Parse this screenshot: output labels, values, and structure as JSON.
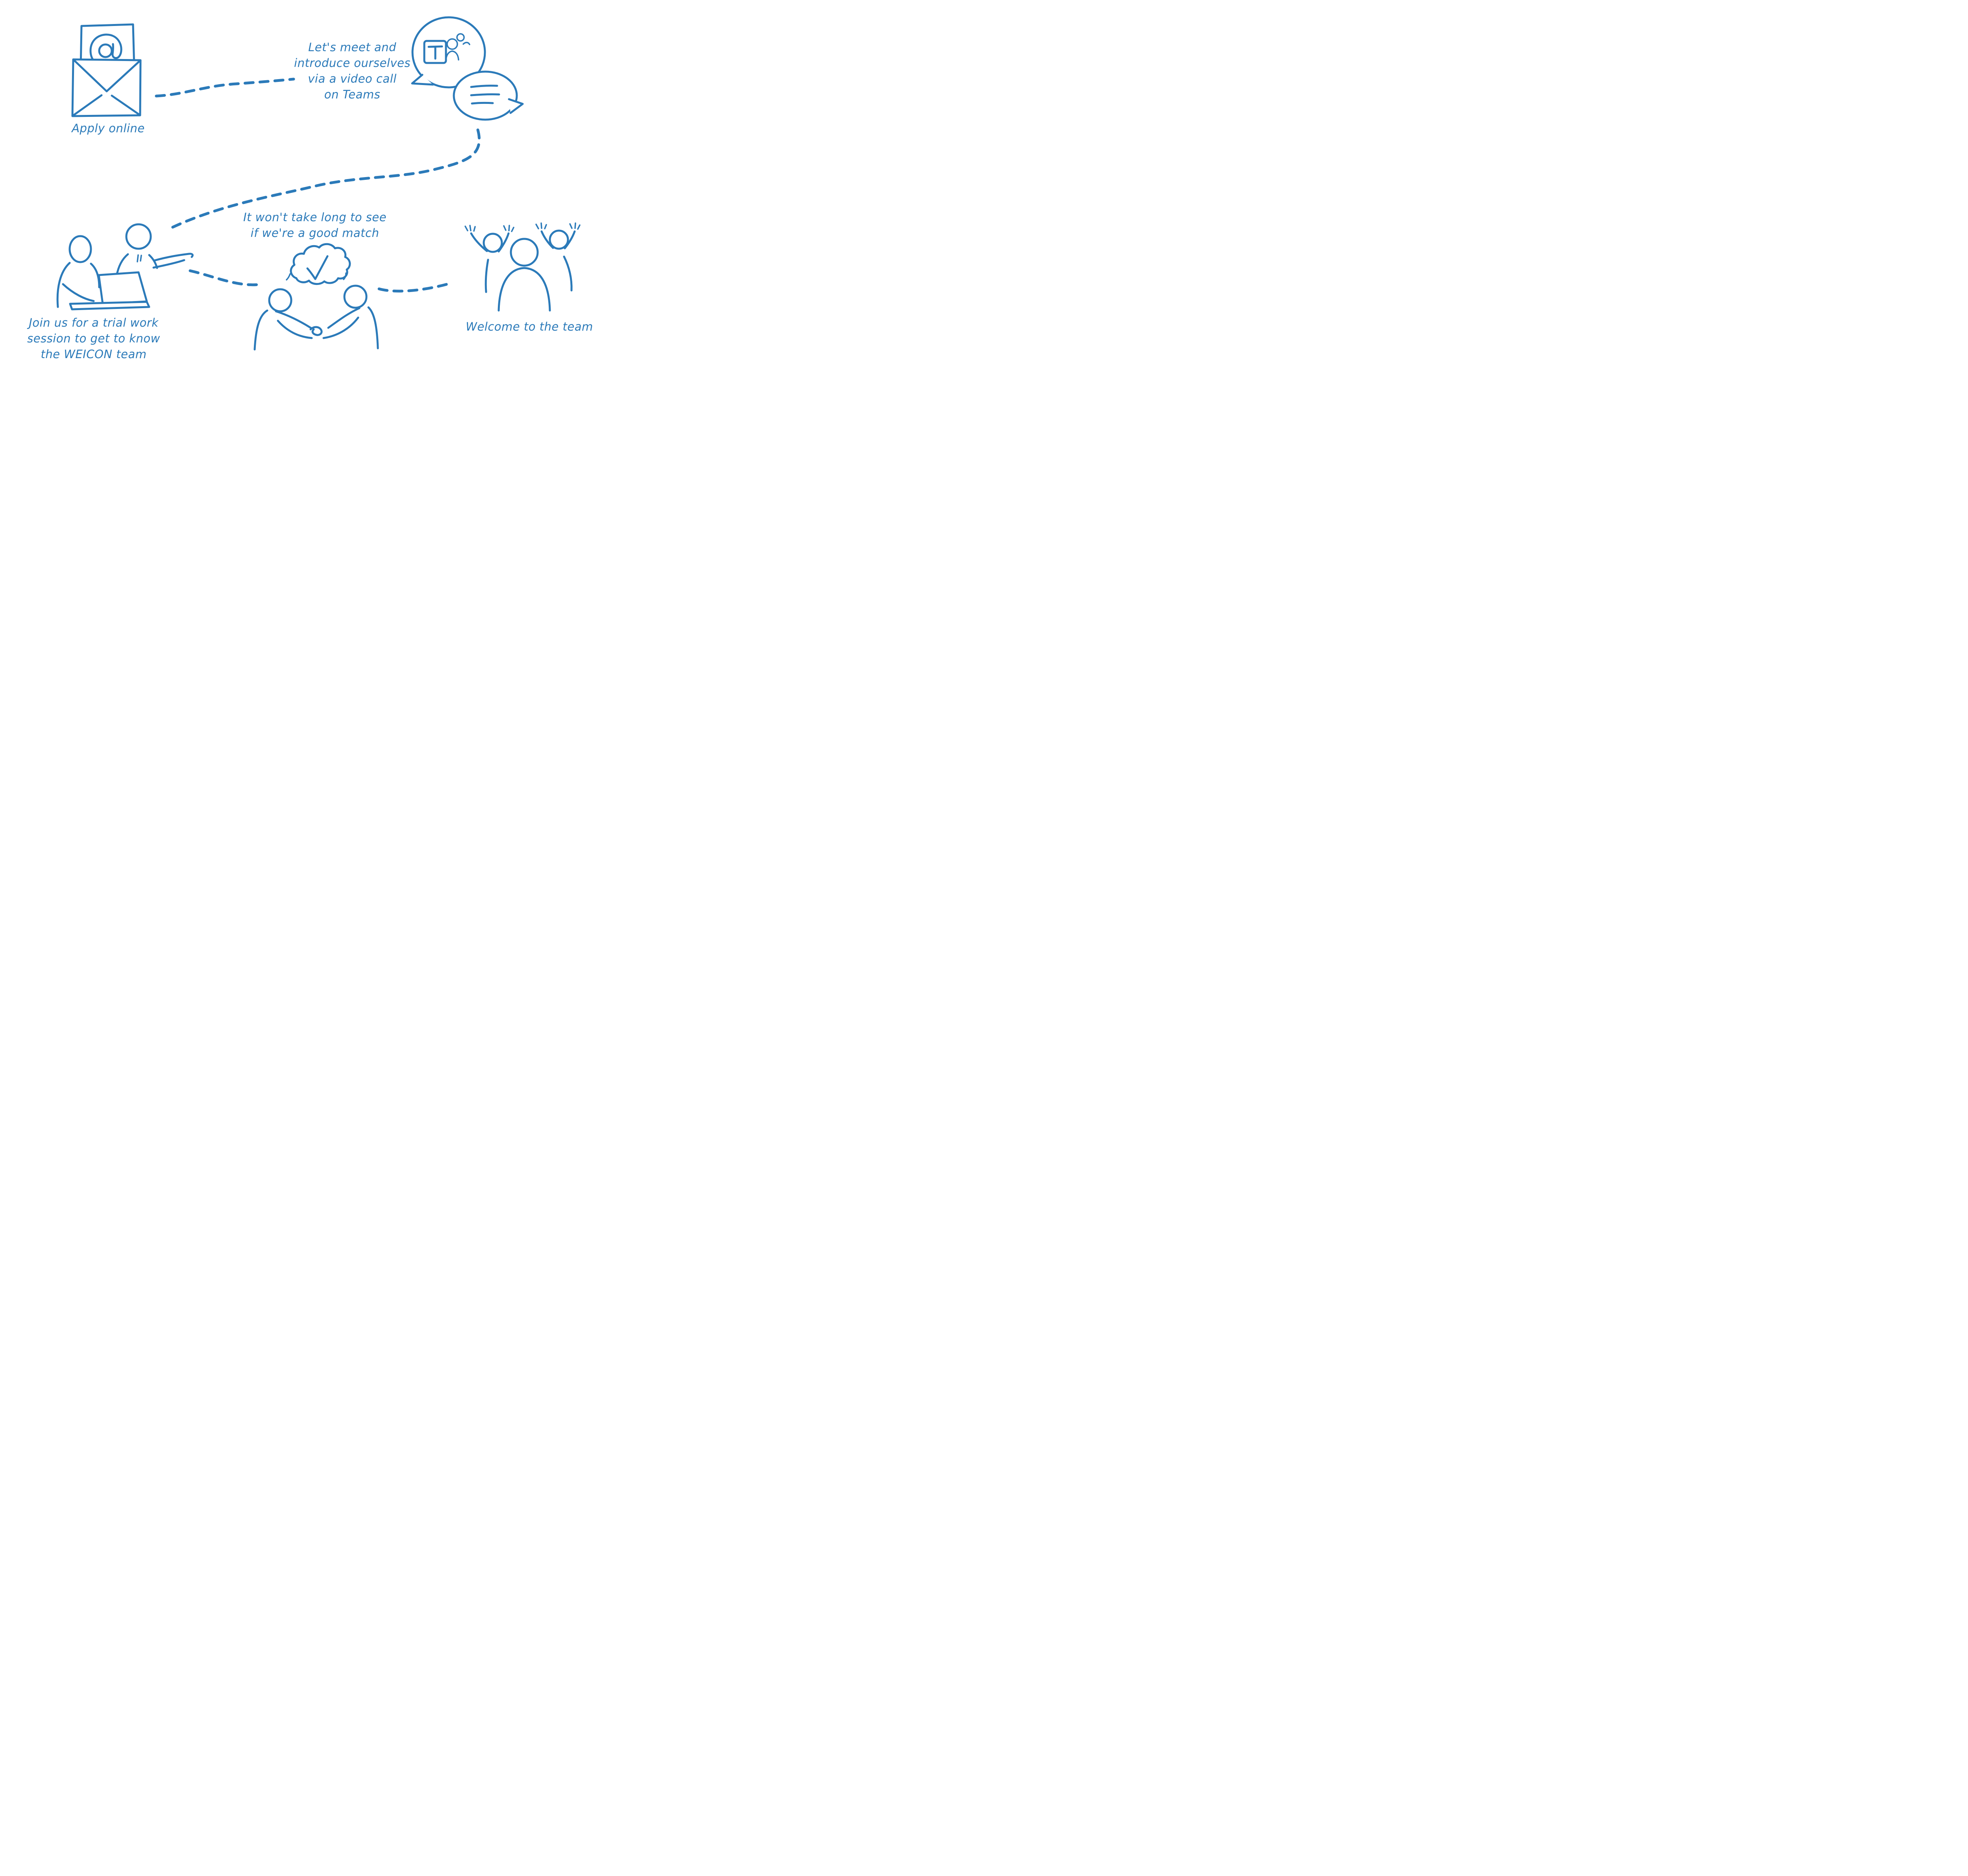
{
  "diagram": {
    "background": "#ffffff",
    "ink_color": "#2b7ab9",
    "steps": [
      {
        "id": "apply-online",
        "icon": "email-envelope-icon",
        "lines": [
          "Apply online"
        ]
      },
      {
        "id": "video-call",
        "icon": "teams-chat-bubbles-icon",
        "lines": [
          "Let's meet and",
          "introduce ourselves",
          "via a video call",
          "on Teams"
        ]
      },
      {
        "id": "trial-work",
        "icon": "trial-work-laptop-icon",
        "lines": [
          "Join us for a trial work",
          "session to get to know",
          "the WEICON team"
        ]
      },
      {
        "id": "good-match",
        "icon": "handshake-thought-check-icon",
        "lines": [
          "It won't take long to see",
          "if we're a good match"
        ]
      },
      {
        "id": "welcome",
        "icon": "team-celebration-icon",
        "lines": [
          "Welcome to the team"
        ]
      }
    ]
  }
}
